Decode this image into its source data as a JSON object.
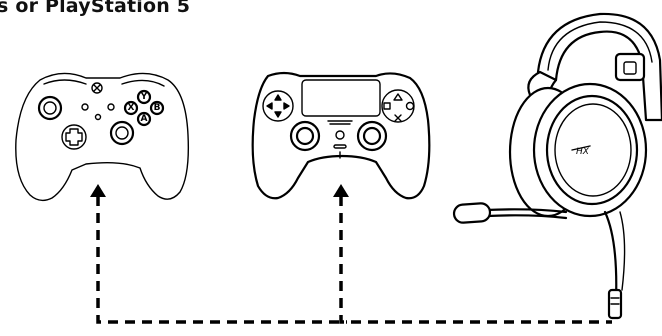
{
  "heading": "s or PlayStation 5",
  "xbox_buttons": {
    "y": "Y",
    "x": "X",
    "b": "B",
    "a": "A"
  },
  "headset_logo": "HX",
  "colors": {
    "line": "#000000",
    "background": "#ffffff",
    "xbox_outline": "#777777"
  }
}
